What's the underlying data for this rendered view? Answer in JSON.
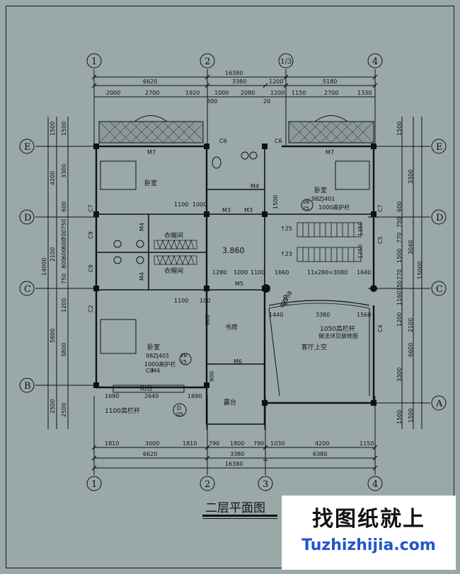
{
  "title": "二层平面图",
  "scale_fragment": "1",
  "watermark": {
    "cn": "找图纸就上",
    "url": "Tuzhizhijia.com"
  },
  "axes": {
    "top": [
      "1",
      "2",
      "1/3",
      "4"
    ],
    "bottom": [
      "1",
      "2",
      "3",
      "4"
    ],
    "left": [
      "E",
      "D",
      "C",
      "B"
    ],
    "right": [
      "E",
      "D",
      "C",
      "A"
    ]
  },
  "dims_top": {
    "total": "16380",
    "bays": [
      "6620",
      "3380",
      "1200",
      "5180"
    ],
    "sub": [
      "2000",
      "2700",
      "1920",
      "1000",
      "2080",
      "1200",
      "1150",
      "2700",
      "1330"
    ],
    "small": [
      "300",
      "20"
    ]
  },
  "dims_bottom": {
    "sub": [
      "1810",
      "3000",
      "1810",
      "790",
      "1800",
      "790",
      "1030",
      "4200",
      "1150"
    ],
    "bays": [
      "6620",
      "3380",
      "6380"
    ],
    "total": "16380"
  },
  "dims_left": {
    "total": "14000",
    "bays": [
      "1500",
      "4200",
      "2100",
      "5600",
      "2500"
    ],
    "sub": [
      "1500",
      "3300",
      "600",
      "750",
      "600",
      "750",
      "1200",
      "3800",
      "2500",
      "700",
      "800",
      "600"
    ]
  },
  "dims_right": {
    "total": "15000",
    "bays": [
      "3300",
      "3040",
      "2100",
      "6600",
      "1500"
    ],
    "sub": [
      "1500",
      "600",
      "750",
      "770",
      "1500",
      "770",
      "750",
      "1160",
      "1200",
      "3300",
      "1500"
    ]
  },
  "rooms": {
    "bed1": "卧室",
    "bed2": "卧室",
    "bed3": "卧室",
    "closet1": "衣帽间",
    "closet2": "衣帽间",
    "study": "书房",
    "void": "客厅上空",
    "balcony1": "露台",
    "balcony2": "阳台"
  },
  "doors": [
    "M7",
    "M7",
    "M4",
    "M4",
    "M3",
    "M3",
    "M5",
    "M6",
    "M4",
    "M4"
  ],
  "windows": [
    "C6",
    "C6",
    "C7",
    "C7",
    "C9",
    "C9",
    "C2",
    "C5",
    "C4",
    "C8"
  ],
  "level": "3.860",
  "stairs": {
    "up25": "↑25",
    "up23": "↑23",
    "treads": "11x280=3080",
    "d1280": "1280",
    "d1000": "1000",
    "d1100": "1100",
    "d1660": "1660",
    "d1640": "1640",
    "d1350": "1350",
    "d1250": "1250"
  },
  "notes": {
    "ref1_code": "98ZJ401",
    "ref1_text": "1000高护栏",
    "ref1_n1": "2B",
    "ref1_n2": "25",
    "ref2_code": "98ZJ401",
    "ref2_text": "1000高护栏",
    "ref2_n1": "2B",
    "ref2_n2": "25",
    "rail": "1050高栏杆",
    "rail_sub": "做法详见装修图",
    "rail_1100": "1100高栏杆",
    "detail_d": "D",
    "detail_05": "05",
    "r": "R2558",
    "d3380": "3380",
    "d1440": "1440",
    "d1560": "1560",
    "d800": "800",
    "d1100a": "1100",
    "d1100b": "1100",
    "d1000b": "1000",
    "d1690a": "1690",
    "d2640": "2640",
    "d1690b": "1690",
    "d900": "900",
    "d1500": "1500",
    "d100": "100",
    "d600": "600"
  }
}
